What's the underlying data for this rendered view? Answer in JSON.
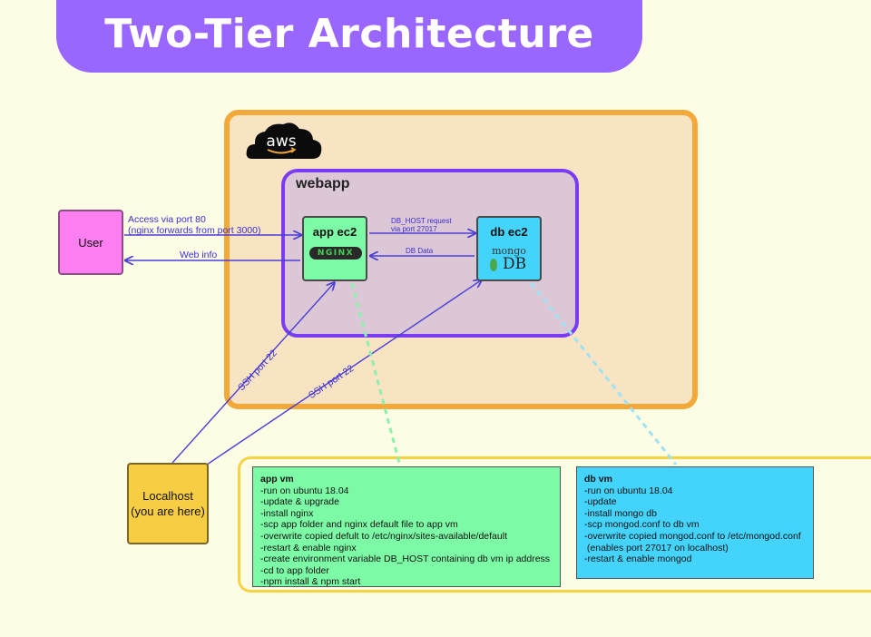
{
  "title": "Two-Tier Architecture",
  "aws_logo": {
    "icon": "aws-cloud-icon",
    "text": "aws"
  },
  "webapp": {
    "label": "webapp"
  },
  "nodes": {
    "user": "User",
    "app": {
      "title": "app ec2",
      "logo": "NGINX"
    },
    "db": {
      "title": "db ec2",
      "logo_top": "mongo",
      "logo_bottom": "DB"
    },
    "localhost": {
      "line1": "Localhost",
      "line2": "(you are here)"
    }
  },
  "edges": {
    "access": {
      "line1": "Access via port 80",
      "line2": "(nginx forwards from port 3000)"
    },
    "web_info": "Web info",
    "db_host": {
      "line1": "DB_HOST request",
      "line2": "via port 27017"
    },
    "db_data": "DB Data",
    "ssh_app": "SSH port 22",
    "ssh_db": "SSH port 22"
  },
  "app_vm": {
    "heading": "app vm",
    "lines": [
      "-run on ubuntu 18.04",
      "-update & upgrade",
      "-install nginx",
      "-scp app folder and nginx default file to app vm",
      "-overwrite copied defult to /etc/nginx/sites-available/default",
      "-restart & enable nginx",
      "-create environment variable DB_HOST containing db vm ip address",
      "-cd to app folder",
      "-npm install & npm start"
    ]
  },
  "db_vm": {
    "heading": "db vm",
    "lines": [
      "-run on ubuntu 18.04",
      "-update",
      "-install mongo db",
      "-scp mongod.conf to db vm",
      "-overwrite copied mongod.conf to /etc/mongod.conf",
      " (enables port 27017 on localhost)",
      "-restart & enable mongod"
    ]
  },
  "colors": {
    "background": "#fdfde6",
    "title_banner": "#9966ff",
    "aws_border": "#f3a93a",
    "webapp_border": "#7a3cf3",
    "user": "#fb7ff0",
    "app": "#7dfaa6",
    "db": "#43d3fb",
    "localhost": "#f6cd43",
    "arrow": "#4b3fd6"
  }
}
